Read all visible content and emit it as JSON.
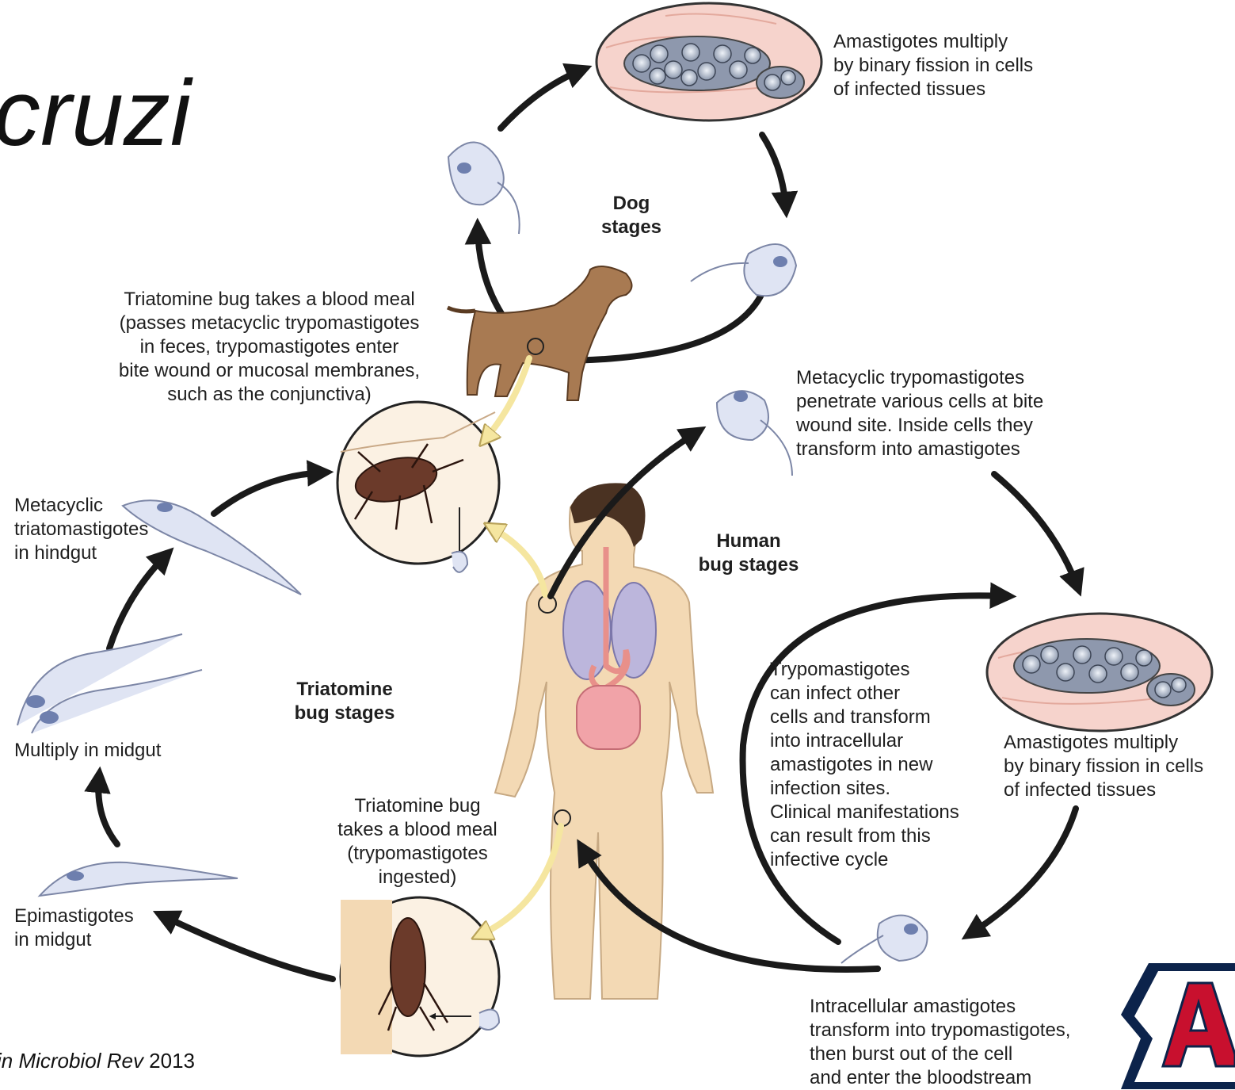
{
  "title": "cruzi",
  "citation": {
    "italic": "in Microbiol Rev",
    "year": " 2013"
  },
  "labels": {
    "amastigotes_dog": "Amastigotes multiply\nby binary fission in cells\nof infected tissues",
    "dog_stages": "Dog\nstages",
    "bug_meal_dog": "Triatomine bug takes a blood meal\n(passes metacyclic trypomastigotes\nin feces, trypomastigotes enter\nbite wound or mucosal membranes,\nsuch as the conjunctiva)",
    "metacyclic_penetrate": "Metacyclic trypomastigotes\npenetrate various cells at bite\nwound site. Inside cells they\ntransform into amastigotes",
    "metacyclic_hindgut": "Metacyclic\ntriatomastigotes\nin hindgut",
    "human_stages": "Human\nbug stages",
    "triatomine_stages": "Triatomine\nbug stages",
    "multiply_midgut": "Multiply in midgut",
    "trypo_infect": "Trypomastigotes\ncan infect other\ncells and transform\ninto intracellular\namastigotes in new\ninfection sites.\nClinical manifestations\ncan result from this\ninfective cycle",
    "amastigotes_human": "Amastigotes multiply\nby binary fission in cells\nof infected tissues",
    "bug_meal_ingest": "Triatomine bug\ntakes a blood meal\n(trypomastigotes\ningested)",
    "epimastigotes": "Epimastigotes\nin midgut",
    "intracellular": "Intracellular amastigotes\ntransform into trypomastigotes,\nthen burst out of the cell\nand enter the bloodstream"
  },
  "colors": {
    "arrow": "#1a1a1a",
    "yellow_arrow": "#f5e6a0",
    "tissue": "#f6d3cc",
    "parasite": "#cfd8ec",
    "skin": "#f3d9b4",
    "dog": "#a87a52",
    "bug": "#6b3a2a",
    "logo_red": "#c8102e",
    "logo_blue": "#0c234b"
  }
}
